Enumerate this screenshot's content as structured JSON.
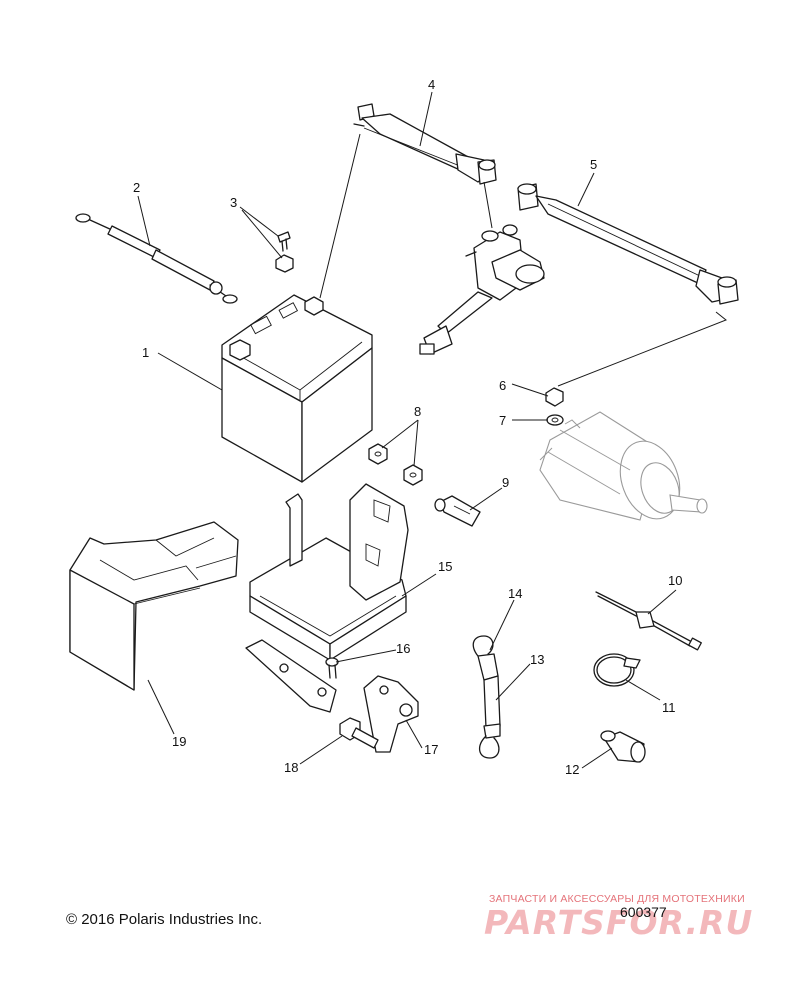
{
  "callouts": [
    "1",
    "2",
    "3",
    "4",
    "5",
    "6",
    "7",
    "8",
    "9",
    "10",
    "11",
    "12",
    "13",
    "14",
    "15",
    "16",
    "17",
    "18",
    "19"
  ],
  "footer": {
    "copyright": "© 2016 Polaris Industries Inc.",
    "drawing_number": "600377"
  },
  "watermark": {
    "tagline": "ЗАПЧАСТИ И АКСЕССУАРЫ ДЛЯ МОТОТЕХНИКИ",
    "brand": "PARTSFOR.RU"
  }
}
